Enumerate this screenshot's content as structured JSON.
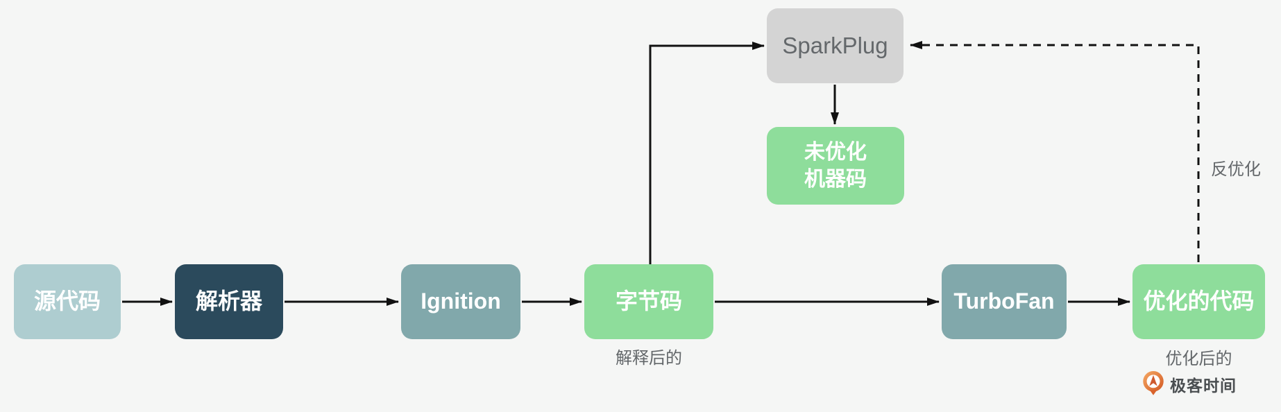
{
  "nodes": {
    "source": {
      "label": "源代码"
    },
    "parser": {
      "label": "解析器"
    },
    "ignition": {
      "label": "Ignition"
    },
    "bytecode": {
      "label": "字节码"
    },
    "sparkplug": {
      "label": "SparkPlug"
    },
    "unoptimized": {
      "label": "未优化\n机器码"
    },
    "turbofan": {
      "label": "TurboFan"
    },
    "optimized": {
      "label": "优化的代码"
    }
  },
  "annotations": {
    "interpreted": "解释后的",
    "optimized_after": "优化后的",
    "deoptimize": "反优化",
    "brand": "极客时间"
  },
  "colors": {
    "background": "#f5f6f5",
    "node-source": "#aecdd0",
    "node-parser": "#2b4a5c",
    "node-teal": "#81a8ab",
    "node-green": "#8edd9b",
    "node-grey": "#d4d4d4",
    "node-text-light": "#ffffff",
    "node-text-dark": "#64686b",
    "annotation-text": "#63676a",
    "arrow": "#111111",
    "brand-orange": "#e07a3f",
    "brand-text": "#4a4e51"
  }
}
